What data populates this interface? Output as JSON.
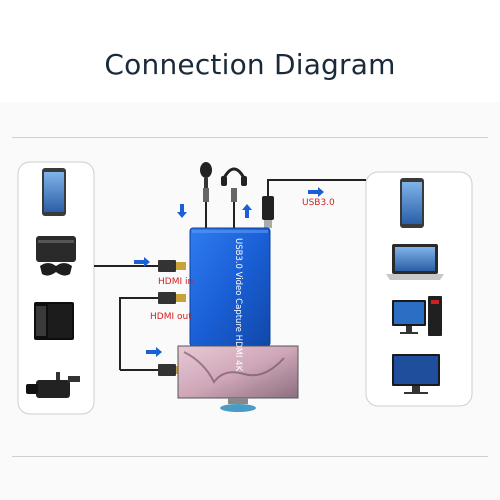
{
  "title": "Connection Diagram",
  "device": {
    "label": "USB3.0 Video Capture HDMI 4K",
    "body_color": "#1a5fd6"
  },
  "labels": {
    "hdmi_in": "HDMI in",
    "hdmi_out": "HDMI out",
    "usb": "USB3.0"
  },
  "colors": {
    "arrow": "#1a5fd6",
    "label": "#d22020",
    "cable": "#222222"
  },
  "left_devices": [
    "smartphone-icon",
    "game-console-icon",
    "media-player-icon",
    "camcorder-icon"
  ],
  "right_devices": [
    "smartphone-icon",
    "laptop-icon",
    "desktop-pc-icon",
    "monitor-icon"
  ]
}
